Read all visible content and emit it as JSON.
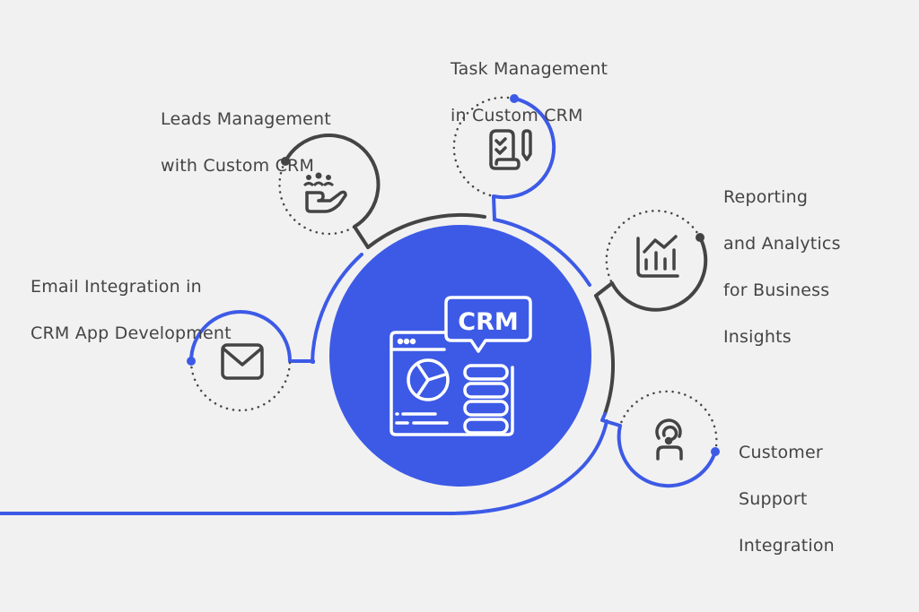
{
  "colors": {
    "background": "#f1f1f1",
    "accent_blue": "#3d5ae6",
    "dark_gray": "#444444",
    "icon_white": "#ffffff"
  },
  "center": {
    "badge_text": "CRM",
    "icon": "crm-dashboard-icon"
  },
  "nodes": [
    {
      "id": "task",
      "title_lines": [
        "Task Management",
        "in Custom CRM"
      ],
      "icon": "task-checklist-icon",
      "arc_color": "blue"
    },
    {
      "id": "leads",
      "title_lines": [
        "Leads Management",
        "with Custom CRM"
      ],
      "icon": "leads-hand-people-icon",
      "arc_color": "gray"
    },
    {
      "id": "reporting",
      "title_lines": [
        "Reporting",
        "and Analytics",
        "for Business",
        "Insights"
      ],
      "icon": "analytics-chart-icon",
      "arc_color": "gray"
    },
    {
      "id": "email",
      "title_lines": [
        "Email Integration in",
        "CRM App Development"
      ],
      "icon": "email-envelope-icon",
      "arc_color": "blue"
    },
    {
      "id": "customer",
      "title_lines": [
        "Customer",
        "Support",
        "Integration"
      ],
      "icon": "customer-support-headset-icon",
      "arc_color": "blue"
    }
  ]
}
